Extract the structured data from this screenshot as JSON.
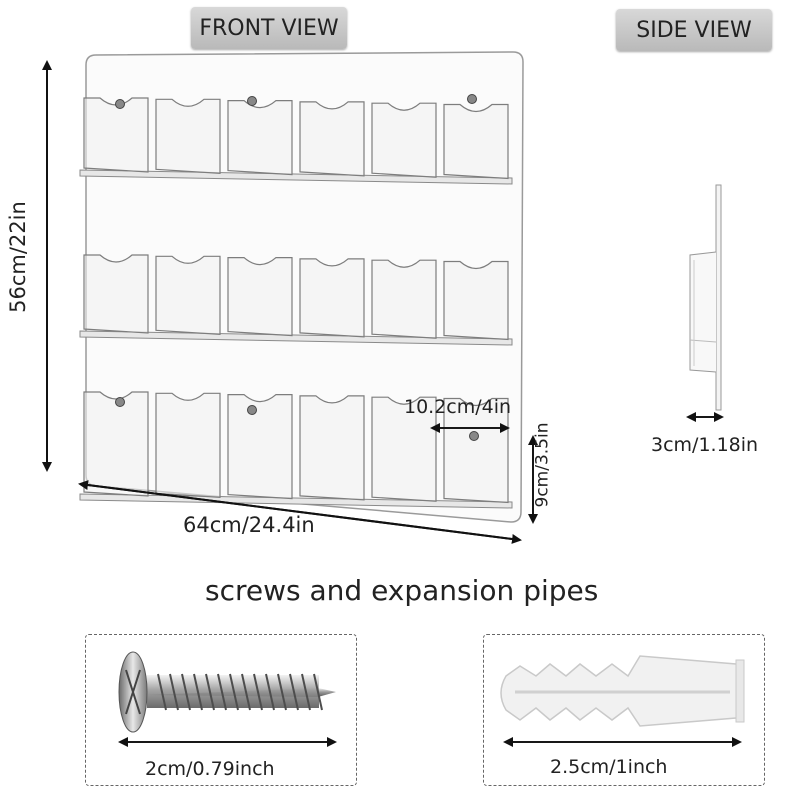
{
  "views": {
    "front": "FRONT VIEW",
    "side": "SIDE VIEW"
  },
  "dimensions": {
    "height": "56cm/22in",
    "width": "64cm/24.4in",
    "pocket_width": "10.2cm/4in",
    "pocket_height": "9cm/3.5in",
    "depth": "3cm/1.18in"
  },
  "accessories": {
    "title": "screws and expansion pipes",
    "screw_size": "2cm/0.79inch",
    "anchor_size": "2.5cm/1inch"
  },
  "product": {
    "rows": 3,
    "pockets_per_row": 6
  }
}
